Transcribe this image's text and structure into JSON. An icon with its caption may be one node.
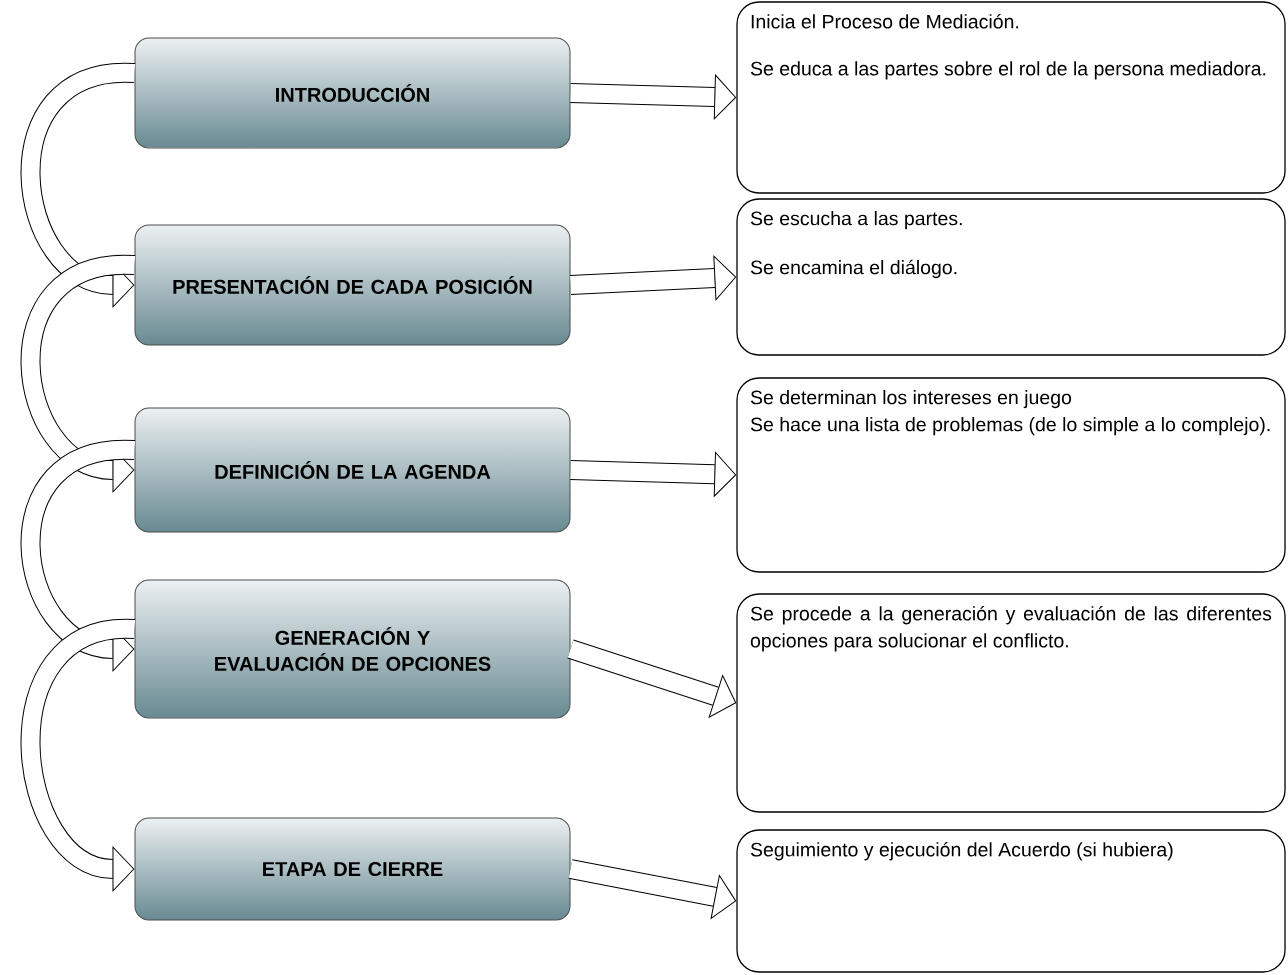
{
  "diagram": {
    "nodes": [
      {
        "text": [
          "INTRODUCCIÓN"
        ]
      },
      {
        "text": [
          "Inicia el Proceso de Mediación.",
          "Se educa a las partes sobre el rol de la persona mediadora."
        ]
      },
      {
        "text": [
          "PRESENTACIÓN DE CADA POSICIÓN"
        ]
      },
      {
        "text": [
          "Se escucha a las partes.",
          "Se encamina el diálogo."
        ]
      },
      {
        "text": [
          "DEFINICIÓN DE LA AGENDA"
        ]
      },
      {
        "text": [
          "Se determinan los intereses en juego",
          "Se hace una lista de problemas (de lo simple a lo complejo)."
        ]
      },
      {
        "text": [
          "GENERACIÓN Y EVALUACIÓN DE OPCIONES"
        ]
      },
      {
        "text": [
          "Se procede a la generación y evaluación de las diferentes opciones para solucionar el conflicto."
        ]
      },
      {
        "text": [
          "ETAPA DE CIERRE"
        ]
      },
      {
        "text": [
          "Seguimiento y ejecución del Acuerdo (si hubiera)"
        ]
      }
    ],
    "edges": [
      {
        "from": 0,
        "to": 1,
        "arrow": "to"
      },
      {
        "from": 0,
        "to": 2,
        "arrow": "to"
      },
      {
        "from": 2,
        "to": 3,
        "arrow": "to"
      },
      {
        "from": 2,
        "to": 4,
        "arrow": "to"
      },
      {
        "from": 4,
        "to": 5,
        "arrow": "to"
      },
      {
        "from": 4,
        "to": 6,
        "arrow": "to"
      },
      {
        "from": 6,
        "to": 7,
        "arrow": "to"
      },
      {
        "from": 6,
        "to": 8,
        "arrow": "to"
      },
      {
        "from": 8,
        "to": 9,
        "arrow": "to"
      }
    ]
  }
}
